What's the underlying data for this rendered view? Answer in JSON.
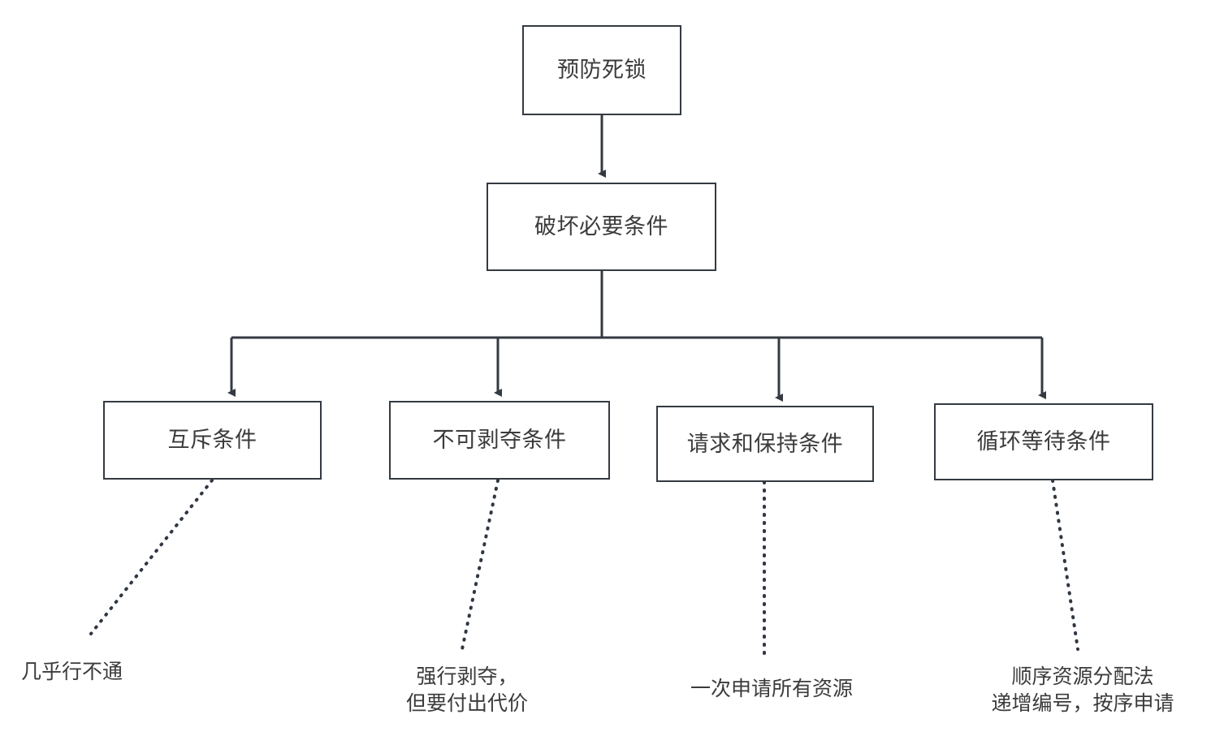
{
  "diagram": {
    "title_node": {
      "label": "预防死锁"
    },
    "second_node": {
      "label": "破坏必要条件"
    },
    "condition_nodes": [
      {
        "label": "互斥条件"
      },
      {
        "label": "不可剥夺条件"
      },
      {
        "label": "请求和保持条件"
      },
      {
        "label": "循环等待条件"
      }
    ],
    "annotations": [
      {
        "text": "几乎行不通"
      },
      {
        "text": "强行剥夺，\n但要付出代价"
      },
      {
        "text": "一次申请所有资源"
      },
      {
        "text": "顺序资源分配法\n递增编号，按序申请"
      }
    ],
    "colors": {
      "stroke": "#343a42",
      "text": "#3b3b3b",
      "background": "#ffffff"
    }
  }
}
